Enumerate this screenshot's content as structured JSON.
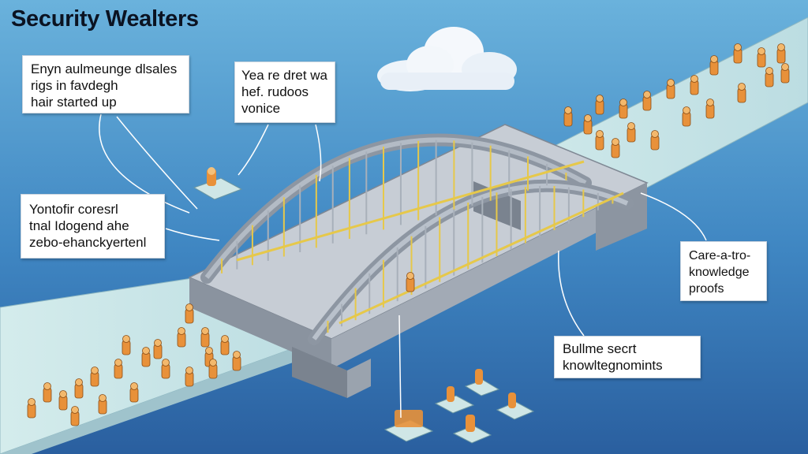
{
  "title": "Security Wealters",
  "callouts": {
    "top_left": [
      "Enyn aulmeunge dlsales",
      "rigs in favdegh",
      "hair started up"
    ],
    "top_center": [
      "Yea re dret wa",
      "hef. rudoos",
      "vonice"
    ],
    "mid_left": [
      "Yontofir coresrl",
      "tnal Idogend ahe",
      "zebo-ehanckyertenl"
    ],
    "right": [
      "Care-a-tro-",
      "knowledge",
      "proofs"
    ],
    "bottom_right": [
      "Bullme secrt",
      "knowltegnomints"
    ]
  },
  "colors": {
    "sky_top": "#59a7d6",
    "water": "#2f6fb0",
    "walkway": "#c9e4e6",
    "bridge_steel": "#9aa3ae",
    "cable_yellow": "#e6c84a",
    "token_orange": "#e8913a"
  }
}
